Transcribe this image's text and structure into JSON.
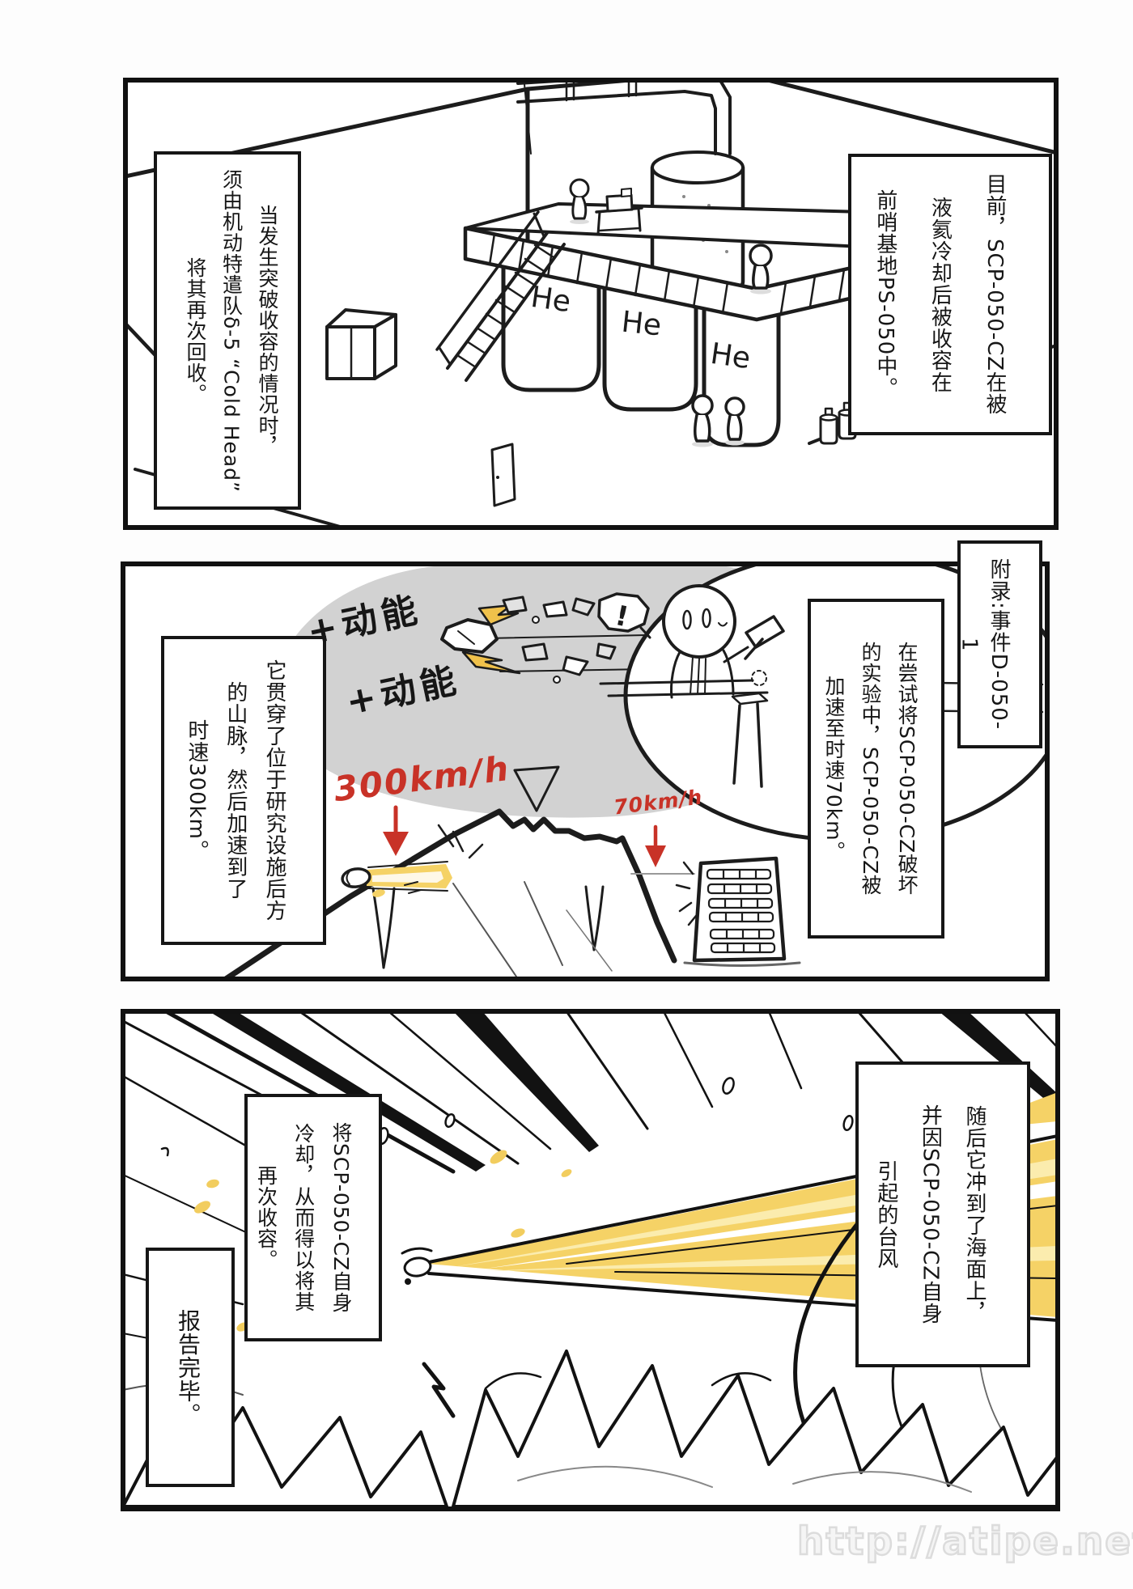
{
  "panel1": {
    "caption_left": {
      "lines": [
        "当发生突破收容的情况时，",
        "须由机动特遣队δ-5 “Cold Head”",
        "将其再次回收。"
      ]
    },
    "caption_right": {
      "lines": [
        "目前，SCP-050-CZ在被",
        "液氦冷却后被收容在",
        "前哨基地PS-050中。"
      ]
    },
    "tank_labels": [
      "He",
      "He",
      "He"
    ]
  },
  "gutter_label": {
    "lines": [
      "附录:事件D-050-1"
    ]
  },
  "panel2": {
    "caption_right": {
      "lines": [
        "在尝试将SCP-050-CZ破坏",
        "的实验中，SCP-050-CZ被",
        "加速至时速70km。"
      ]
    },
    "caption_left": {
      "lines": [
        "它贯穿了位于研究设施后方",
        "的山脉，然后加速到了",
        "时速300km。"
      ]
    },
    "annotations": {
      "energy1": "+动能",
      "energy2": "+动能",
      "speed_left": "300km/h",
      "speed_right": "70km/h",
      "exclaim": "!"
    }
  },
  "panel3": {
    "caption_right": {
      "lines": [
        "随后它冲到了海面上，",
        "并因SCP-050-CZ自身",
        "引起的台风"
      ]
    },
    "caption_mid": {
      "lines": [
        "将SCP-050-CZ自身",
        "冷却，从而得以将其",
        "再次收容。"
      ]
    },
    "caption_left": {
      "lines": [
        "报告完毕。"
      ]
    }
  },
  "watermark": "http://atipe.net/",
  "colors": {
    "ink": "#161616",
    "red": "#c83227",
    "yellow": "#f5d266",
    "cloud_gray": "#d2d2d2",
    "watermark_gray": "#dcdcdc"
  }
}
